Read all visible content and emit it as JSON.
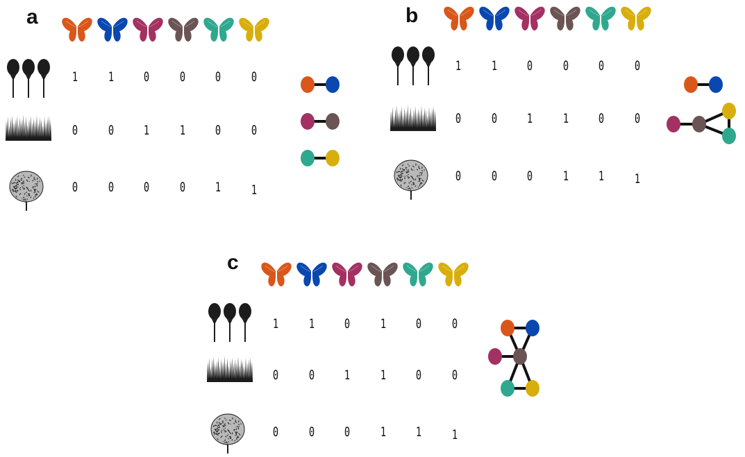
{
  "colors": {
    "butterflies": [
      "#d9571a",
      "#0a48b0",
      "#a33162",
      "#6b5454",
      "#2fa88f",
      "#d8ae0c"
    ],
    "plant": "#1c1c1c",
    "edge": "#111111"
  },
  "butterfly_icon": "butterfly-icon",
  "plant_icons": [
    "tree-icon",
    "grass-icon",
    "shrub-icon"
  ],
  "panels": [
    {
      "label": "a",
      "matrix": [
        [
          1,
          1,
          0,
          0,
          0,
          0
        ],
        [
          0,
          0,
          1,
          1,
          0,
          0
        ],
        [
          0,
          0,
          0,
          0,
          1,
          1
        ]
      ],
      "network": {
        "edges": [
          [
            0,
            1
          ],
          [
            2,
            3
          ],
          [
            4,
            5
          ]
        ]
      }
    },
    {
      "label": "b",
      "matrix": [
        [
          1,
          1,
          0,
          0,
          0,
          0
        ],
        [
          0,
          0,
          1,
          1,
          0,
          0
        ],
        [
          0,
          0,
          0,
          1,
          1,
          1
        ]
      ],
      "network": {
        "edges": [
          [
            0,
            1
          ],
          [
            2,
            3
          ],
          [
            3,
            5
          ],
          [
            3,
            4
          ],
          [
            5,
            4
          ]
        ]
      }
    },
    {
      "label": "c",
      "matrix": [
        [
          1,
          1,
          0,
          1,
          0,
          0
        ],
        [
          0,
          0,
          1,
          1,
          0,
          0
        ],
        [
          0,
          0,
          0,
          1,
          1,
          1
        ]
      ],
      "network": {
        "edges": [
          [
            0,
            1
          ],
          [
            0,
            3
          ],
          [
            1,
            3
          ],
          [
            2,
            3
          ],
          [
            3,
            4
          ],
          [
            3,
            5
          ],
          [
            4,
            5
          ]
        ]
      }
    }
  ]
}
